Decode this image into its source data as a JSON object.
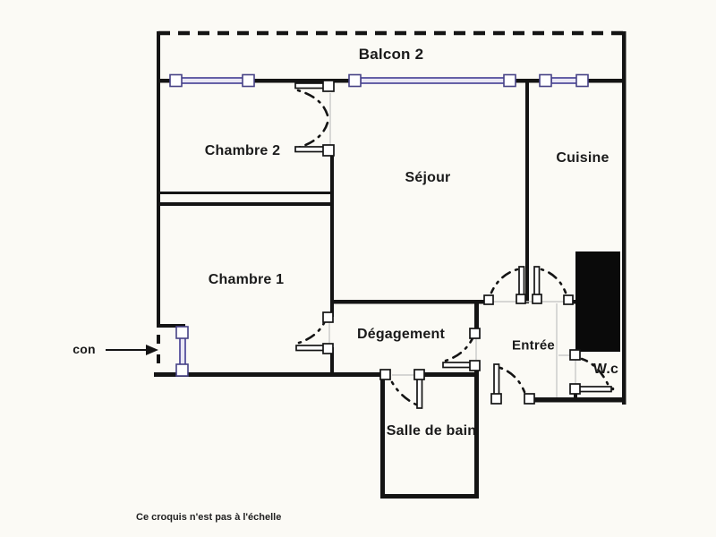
{
  "labels": {
    "balcony": "Balcon 2",
    "bedroom2": "Chambre 2",
    "living": "Séjour",
    "kitchen": "Cuisine",
    "bedroom1": "Chambre 1",
    "hallway": "Dégagement",
    "entry": "Entrée",
    "wc": "W.c",
    "bathroom": "Salle de bain",
    "left_callout": "con",
    "note": "Ce croquis n'est pas à l'échelle"
  },
  "colors": {
    "wall": "#141414",
    "window_frame": "#55509e",
    "window_fill": "#e9e7f4",
    "background": "#fbfaf5",
    "guide_line": "#c9c9c9",
    "shaft_fill": "#0a0a0a"
  }
}
